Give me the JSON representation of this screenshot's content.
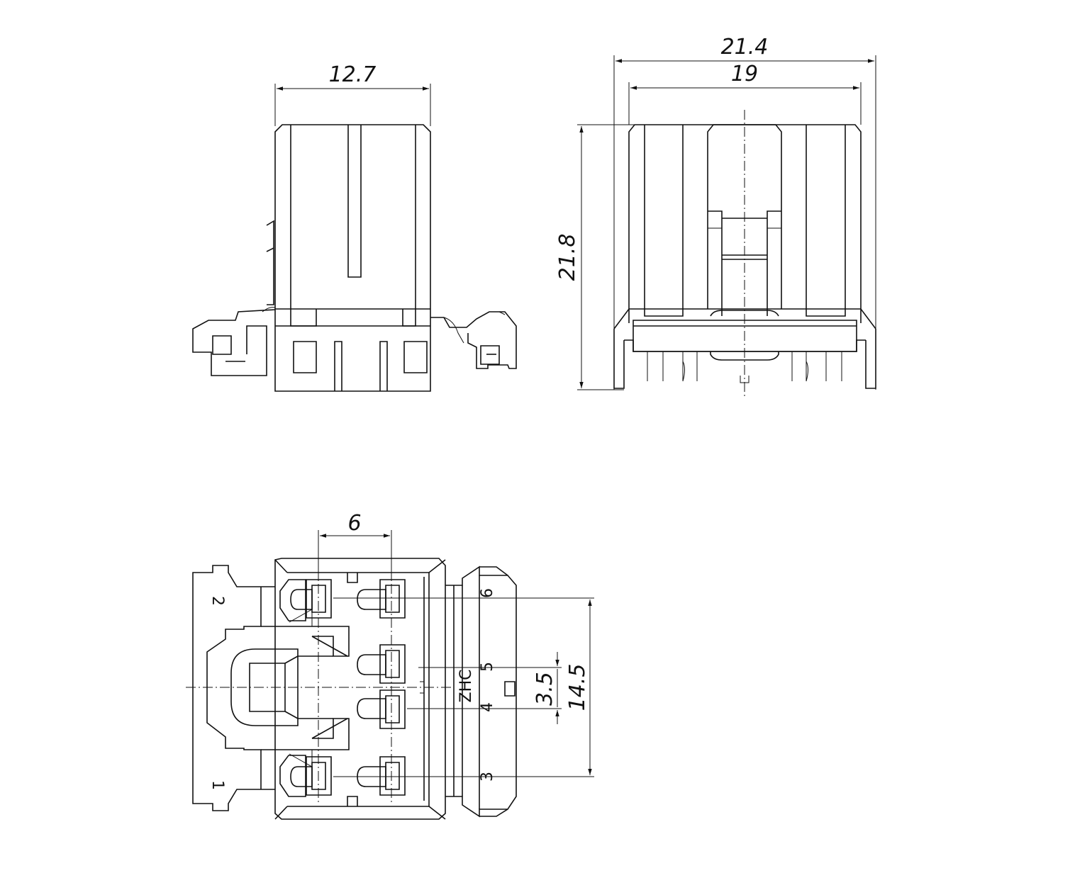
{
  "dimensions": {
    "side_width": "12.7",
    "front_overall_width": "21.4",
    "front_inner_width": "19",
    "front_height": "21.8",
    "pin_pitch": "6",
    "row_pitch": "3.5",
    "row_span": "14.5"
  },
  "pins": {
    "p1": "1",
    "p2": "2",
    "p3": "3",
    "p4": "4",
    "p5": "5",
    "p6": "6"
  },
  "marking": "ZHC"
}
